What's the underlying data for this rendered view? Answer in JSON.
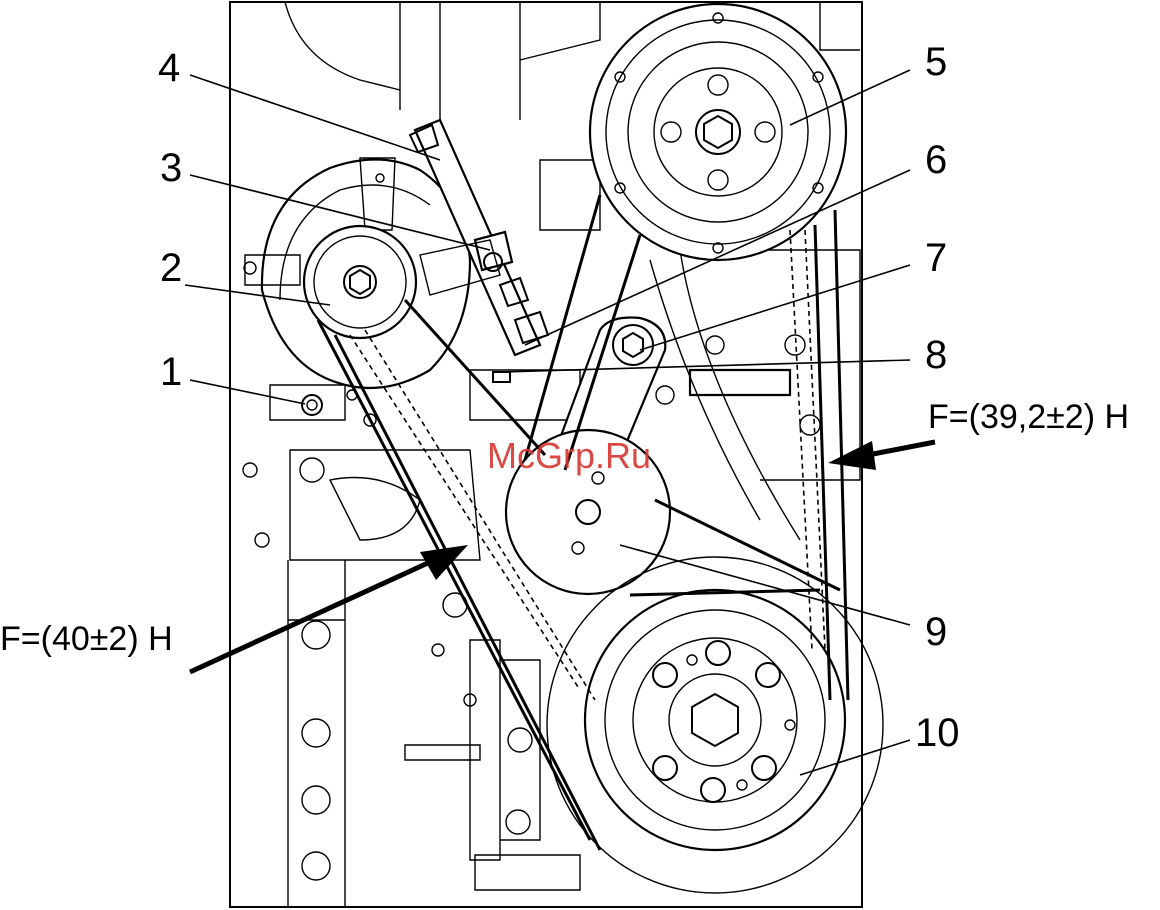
{
  "callouts": [
    "1",
    "2",
    "3",
    "4",
    "5",
    "6",
    "7",
    "8",
    "9",
    "10"
  ],
  "forces": {
    "left": "F=(40±2) Н",
    "right": "F=(39,2±2) Н"
  },
  "watermark": "McGrp.Ru"
}
